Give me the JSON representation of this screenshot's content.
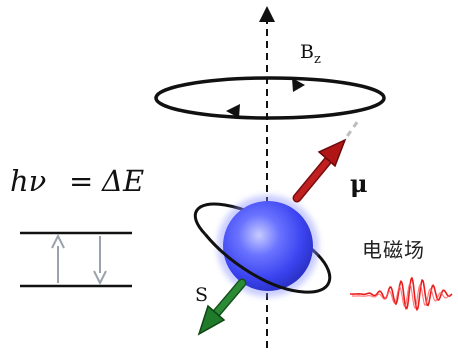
{
  "equation": {
    "lhs": "hν",
    "eq": "=",
    "rhs": "ΔE"
  },
  "labels": {
    "field": "B",
    "field_subscript": "z",
    "magnetic_moment": "μ",
    "spin": "S",
    "em_field": "电磁场"
  },
  "colors": {
    "axis": "#111111",
    "moment_arrow": "#b01616",
    "spin_arrow": "#1f7a2a",
    "sphere": "#4b55ff",
    "wave": "#e81c1c",
    "level_arrows": "#9aa3ad",
    "levels": "#111111"
  }
}
